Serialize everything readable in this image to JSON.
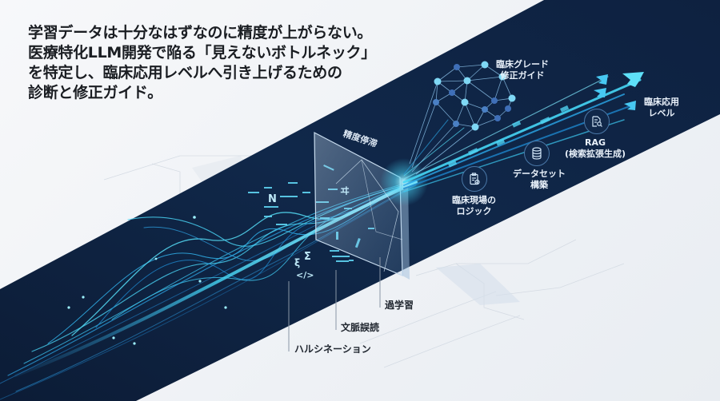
{
  "headline": {
    "lines": [
      "学習データは十分なはずなのに精度が上がらない。",
      "医療特化LLM開発で陥る「見えないボトルネック」",
      "を特定し、臨床応用レベルへ引き上げるための",
      "診断と修正ガイド。"
    ]
  },
  "panel": {
    "title": "精度停滞"
  },
  "problems": [
    {
      "label": "ハルシネーション",
      "icon": "code-icon"
    },
    {
      "label": "文脈誤読",
      "icon": "lines-icon"
    },
    {
      "label": "過学習",
      "icon": "glass-panel"
    }
  ],
  "solutions": {
    "network": {
      "line1": "臨床グレード",
      "line2": "修正ガイド",
      "icon": "neural-network-icon"
    },
    "clinical_logic": {
      "line1": "臨床現場の",
      "line2": "ロジック",
      "icon": "clipboard-check-icon"
    },
    "dataset": {
      "line1": "データセット",
      "line2": "構築",
      "icon": "database-icon"
    },
    "rag": {
      "line1": "RAG",
      "line2": "(検索拡張生成)",
      "icon": "document-search-icon"
    },
    "target": {
      "line1": "臨床応用",
      "line2": "レベル",
      "icon": "arrow-up-right-icon"
    }
  },
  "colors": {
    "band": "#0f2240",
    "background": "#eef1f5",
    "accent": "#3fd0f0",
    "text_dark": "#1a1d22",
    "text_light": "#eaf2fb"
  }
}
